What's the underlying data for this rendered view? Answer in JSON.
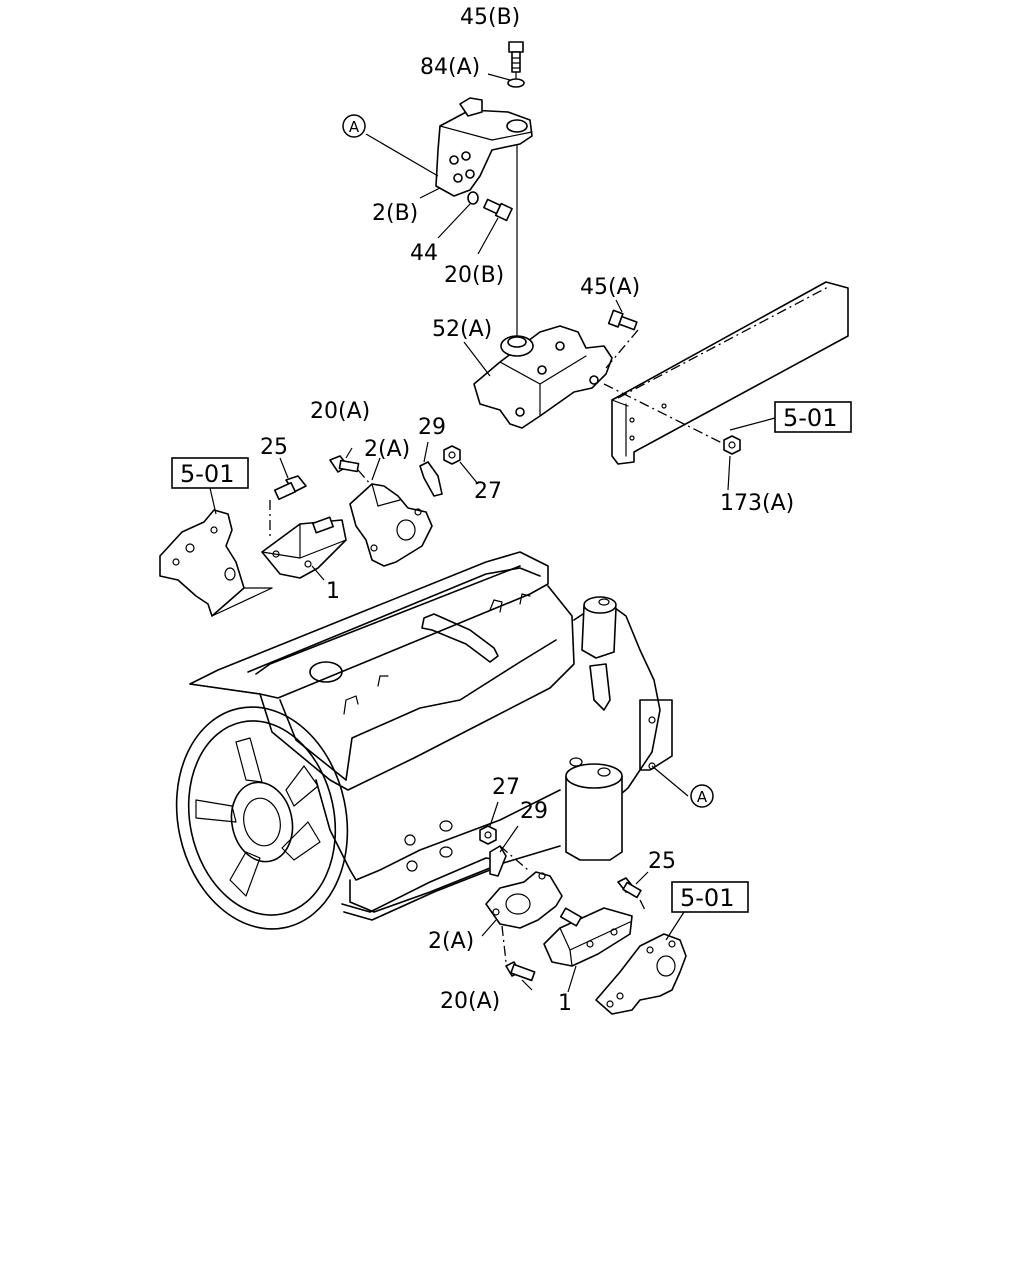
{
  "labels": {
    "bolt_45b": "45(B)",
    "washer_84a": "84(A)",
    "bracket_2b": "2(B)",
    "washer_44": "44",
    "bolt_20b": "20(B)",
    "bolt_45a": "45(A)",
    "bracket_52a": "52(A)",
    "nut_173a": "173(A)",
    "bolt_20a_top": "20(A)",
    "bolt_25_top": "25",
    "bracket_2a_top": "2(A)",
    "plate_29_top": "29",
    "nut_27_top": "27",
    "cushion_1_top": "1",
    "nut_27_bottom": "27",
    "plate_29_bottom": "29",
    "bolt_25_bottom": "25",
    "bracket_2a_bottom": "2(A)",
    "bolt_20a_bottom": "20(A)",
    "cushion_1_bottom": "1"
  },
  "refs": {
    "frame_right": "5-01",
    "frame_left": "5-01",
    "frame_bottom": "5-01"
  },
  "markers": {
    "connector_top": "A",
    "connector_engine": "A"
  },
  "icons": {
    "bolt": "hex-bolt-icon",
    "nut": "hex-nut-icon",
    "washer": "washer-icon",
    "connector": "circled-letter-icon"
  }
}
